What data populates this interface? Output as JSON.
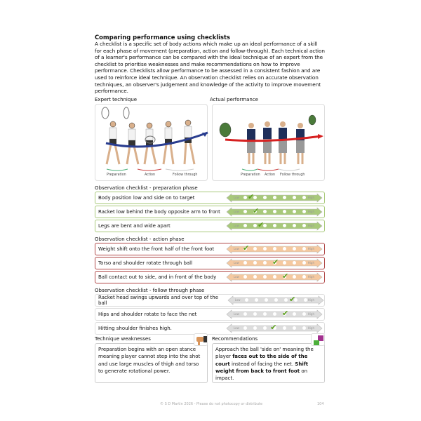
{
  "title": "Comparing performance using checklists",
  "intro": "A checklist is a specific set of body actions which make up an ideal performance of a skill for each phase of movement (preparation, action and follow-through). Each technical action of a learner's performance can be compared with the ideal technique of an expert from the checklist to prioritise weaknesses and make recommendations on how to improve performance. Checklists allow performance to be assessed in a consistent fashion and are used to reinforce ideal technique. An observation checklist relies on accurate observation techniques, an observer's judgement and knowledge of the activity to improve movement performance.",
  "panels": [
    {
      "caption": "Expert technique",
      "phases": [
        "Preparation",
        "Action",
        "Follow through"
      ]
    },
    {
      "caption": "Actual performance",
      "phases": [
        "Preparation",
        "Action",
        "Follow through"
      ]
    }
  ],
  "scale": {
    "low": "Low",
    "high": "High",
    "levels": 7
  },
  "sections": [
    {
      "title": "Observation checklist - preparation phase",
      "color": "#a8c97a",
      "items": [
        {
          "text": "Body position low and side on to target",
          "level": 1.5
        },
        {
          "text": "Racket low behind the body opposite arm to front",
          "level": 2
        },
        {
          "text": "Legs are bent and wide apart",
          "level": 2.5
        }
      ]
    },
    {
      "title": "Observation checklist - action phase",
      "color": "#f5c9a0",
      "items": [
        {
          "text": "Weight shift onto the front half of the front foot",
          "level": 1
        },
        {
          "text": "Torso and shoulder rotate through ball",
          "level": 4
        },
        {
          "text": "Ball contact out to side, and in front of the body",
          "level": 5
        }
      ]
    },
    {
      "title": "Observation checklist - follow through phase",
      "color": "#dddddd",
      "items": [
        {
          "text": "Racket head swings upwards and over top of the ball",
          "level": 5.6
        },
        {
          "text": "Hips and shoulder rotate to face the net",
          "level": 5
        },
        {
          "text": "Hitting shoulder finishes high.",
          "level": 3.8
        }
      ]
    }
  ],
  "weakness": {
    "title": "Technique weaknesses",
    "text": "Preparation begins with an open stance meaning player cannot step into the shot and use large muscles of thigh and torso to generate rotational power.",
    "icon": "thumbs-down-icon"
  },
  "recommend": {
    "title": "Recommendations",
    "t1": "Approach the ball 'side on' meaning the player ",
    "b1": "faces out to the side of the court",
    "t2": " instead of facing the net. ",
    "b2": "Shift weight from back to front foot",
    "t3": " on impact.",
    "icon": "puzzle-icon"
  },
  "footer": {
    "copyright": "© S D Martin 2026 - Please do not photocopy or distribute",
    "page": "104"
  }
}
